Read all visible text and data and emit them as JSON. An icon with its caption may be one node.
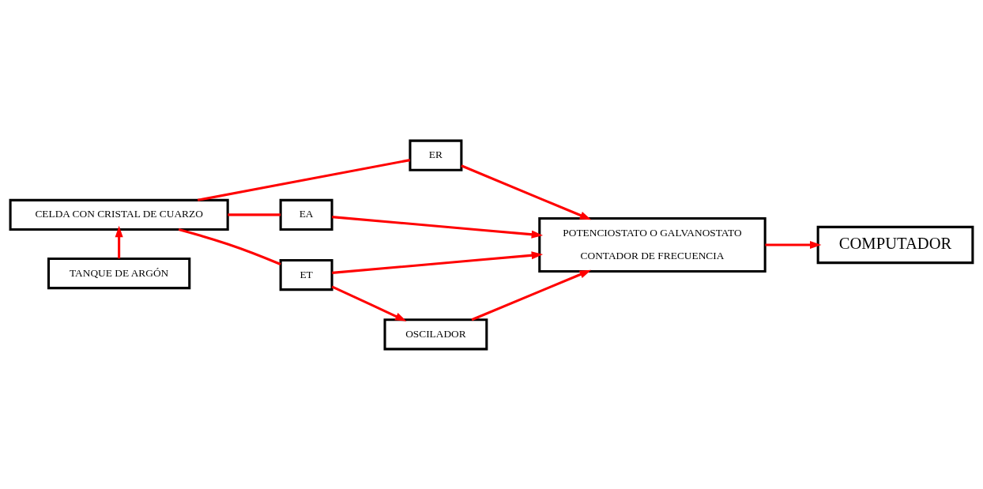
{
  "diagram": {
    "nodes": [
      {
        "text": [
          "POTENCIOSTATO O GALVANOSTATO",
          "CONTADOR DE FRECUENCIA"
        ]
      },
      {
        "text": [
          "ER"
        ]
      },
      {
        "text": [
          "EA"
        ]
      },
      {
        "text": [
          "OSCILADOR"
        ]
      },
      {
        "text": [
          "CELDA CON CRISTAL DE CUARZO"
        ]
      },
      {
        "text": [
          "ET"
        ]
      },
      {
        "text": [
          "TANQUE DE ARGÓN"
        ]
      },
      {
        "text": [
          "COMPUTADOR"
        ]
      }
    ],
    "edges": [
      {
        "from": 1,
        "to": 0,
        "arrow": "to"
      },
      {
        "from": 2,
        "to": 0,
        "arrow": "to"
      },
      {
        "from": 5,
        "to": 0,
        "arrow": "to"
      },
      {
        "from": 5,
        "to": 3,
        "arrow": "to"
      },
      {
        "from": 3,
        "to": 0,
        "arrow": "to"
      },
      {
        "from": 0,
        "to": 7,
        "arrow": "to"
      },
      {
        "from": 4,
        "to": 1,
        "arrow": "none"
      },
      {
        "from": 4,
        "to": 2,
        "arrow": "none"
      },
      {
        "from": 4,
        "to": 5,
        "arrow": "none"
      },
      {
        "from": 6,
        "to": 4,
        "arrow": "to"
      }
    ]
  }
}
